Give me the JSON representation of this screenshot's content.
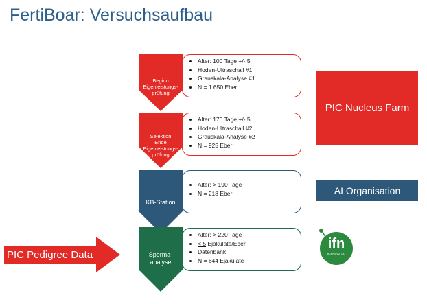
{
  "title": "FertiBoar: Versuchsaufbau",
  "colors": {
    "title": "#2e5f8a",
    "red": "#e22a26",
    "blue": "#2d5879",
    "green": "#1e6e49",
    "ifn_green": "#2b8a3e"
  },
  "stages": [
    {
      "label_lines": [
        "Beginn",
        "Eigenleistungs-",
        "prüfung"
      ],
      "color": "#e22a26",
      "details": [
        "Alter: 100 Tage +/- 5",
        "Hoden-Ultraschall #1",
        "Grauskala-Analyse #1",
        "N = 1.650 Eber"
      ]
    },
    {
      "label_lines": [
        "Selektion",
        "Ende",
        "Eigenleistungs-",
        "prüfung"
      ],
      "color": "#e22a26",
      "details": [
        "Alter: 170 Tage +/- 5",
        "Hoden-Ultraschall #2",
        "Grauskala-Analyse #2",
        "N = 925 Eber"
      ]
    },
    {
      "label_lines": [
        "KB-Station"
      ],
      "color": "#2d5879",
      "details": [
        "Alter: > 190 Tage",
        "N = 218 Eber"
      ]
    },
    {
      "label_lines": [
        "Sperma-",
        "analyse"
      ],
      "color": "#1e6e49",
      "details_prefix": [
        "Alter: > 220 Tage",
        "",
        "Datenbank",
        "N = 644 Ejakulate"
      ],
      "detail_underlined": "< 5",
      "detail_rest": " Ejakulate/Eber"
    }
  ],
  "side_labels": {
    "pic_nucleus_farm": "PIC Nucleus Farm",
    "ai_organisation": "AI Organisation",
    "pic_pedigree_data": "PIC Pedigree Data"
  },
  "logo": {
    "text": "ifn",
    "subtext": "Schönow e.V."
  }
}
